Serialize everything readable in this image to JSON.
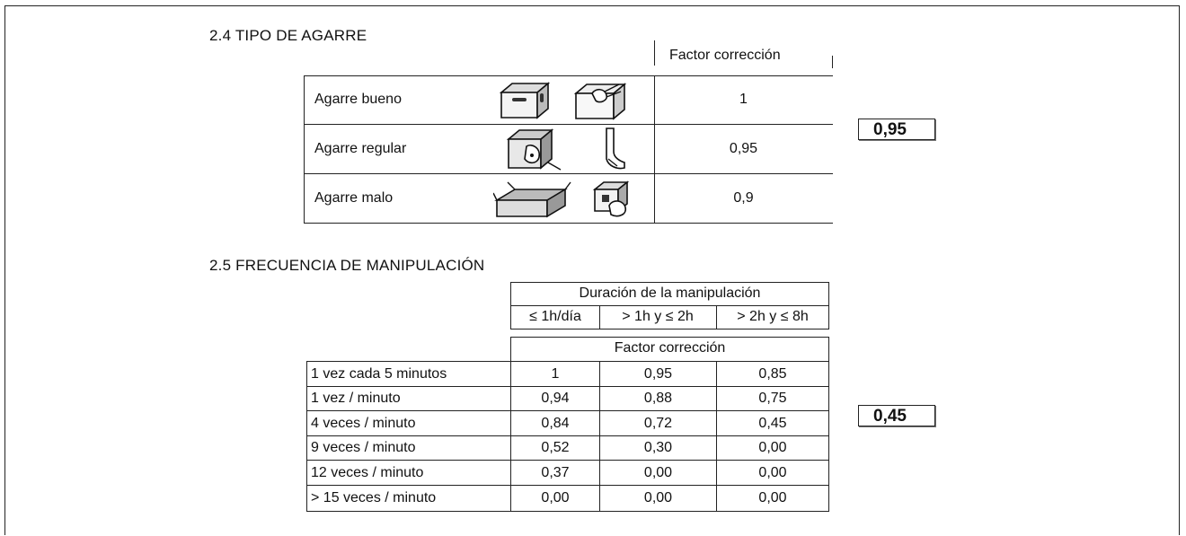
{
  "grip_section": {
    "title": "2.4  TIPO DE AGARRE",
    "factor_header": "Factor corrección",
    "rows": [
      {
        "label": "Agarre bueno",
        "factor": "1"
      },
      {
        "label": "Agarre regular",
        "factor": "0,95"
      },
      {
        "label": "Agarre malo",
        "factor": "0,9"
      }
    ],
    "result": "0,95"
  },
  "frequency_section": {
    "title": "2.5  FRECUENCIA DE MANIPULACIÓN",
    "duration_header": "Duración de la manipulación",
    "duration_columns": [
      "≤ 1h/día",
      "> 1h y ≤ 2h",
      "> 2h y ≤ 8h"
    ],
    "factor_header": "Factor corrección",
    "rows": [
      {
        "label": "1 vez cada 5 minutos",
        "values": [
          "1",
          "0,95",
          "0,85"
        ]
      },
      {
        "label": "1 vez / minuto",
        "values": [
          "0,94",
          "0,88",
          "0,75"
        ]
      },
      {
        "label": "4 veces / minuto",
        "values": [
          "0,84",
          "0,72",
          "0,45"
        ]
      },
      {
        "label": "9 veces / minuto",
        "values": [
          "0,52",
          "0,30",
          "0,00"
        ]
      },
      {
        "label": "12 veces / minuto",
        "values": [
          "0,37",
          "0,00",
          "0,00"
        ]
      },
      {
        "label": "> 15 veces / minuto",
        "values": [
          "0,00",
          "0,00",
          "0,00"
        ]
      }
    ],
    "result": "0,45"
  }
}
